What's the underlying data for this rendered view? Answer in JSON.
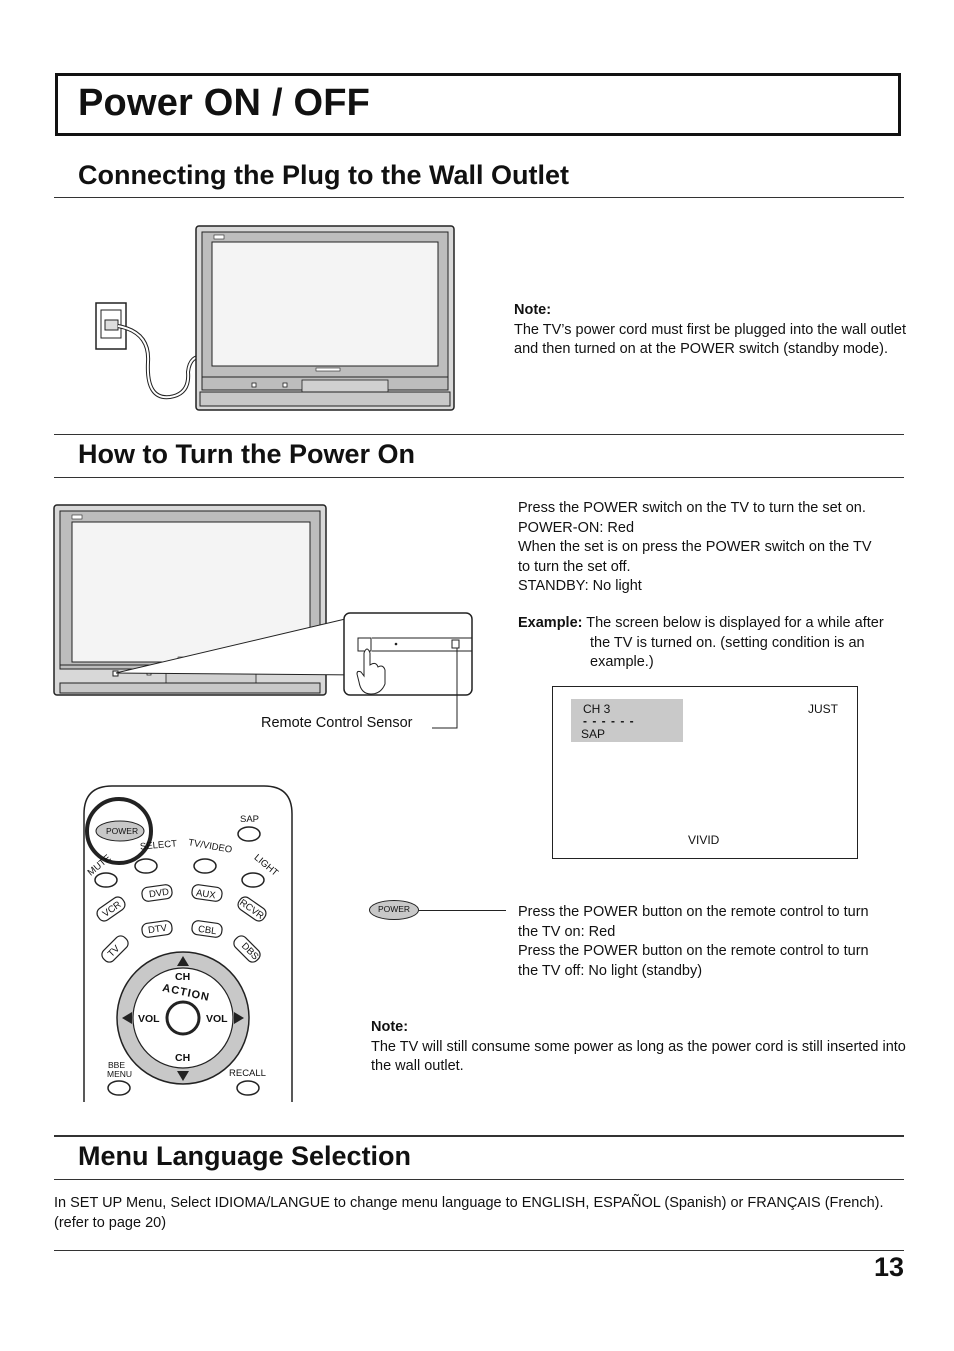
{
  "page": {
    "title": "Power ON / OFF",
    "page_number": "13"
  },
  "section_connect": {
    "title": "Connecting the Plug to the Wall Outlet",
    "note_label": "Note:",
    "note_text": "The TV’s power cord must first be plugged into the wall outlet and then turned on at the POWER switch (standby mode)."
  },
  "section_power_on": {
    "title": "How to Turn the Power On",
    "tv_switch_lines": [
      "Press the POWER switch on the TV to turn the set on.",
      "POWER-ON: Red",
      "When the set is on press the POWER switch on the TV",
      "to turn the set off.",
      "STANDBY: No light"
    ],
    "example_label": "Example:",
    "example_text_1": "The screen below is displayed for a while after",
    "example_text_2": "the TV is turned on. (setting condition is an",
    "example_text_3": "example.)",
    "sensor_label": "Remote Control Sensor",
    "screen": {
      "channel": "CH 3",
      "dashes": "- - - - - -",
      "audio": "SAP",
      "aspect": "JUST",
      "picture_mode": "VIVID"
    },
    "remote_button_label": "POWER",
    "remote_lines": [
      "Press the POWER button on the remote control to turn",
      "the TV on: Red",
      "Press the POWER button on the remote control to turn",
      "the TV off: No light (standby)"
    ],
    "note_label": "Note:",
    "note_text": "The TV will still consume some power as long as the power cord is still inserted into the wall outlet."
  },
  "remote": {
    "power": "POWER",
    "sap": "SAP",
    "mute": "MUTE",
    "select": "SELECT",
    "tv_video": "TV/VIDEO",
    "light": "LIGHT",
    "vcr": "VCR",
    "dvd": "DVD",
    "aux": "AUX",
    "rcvr": "RCVR",
    "tv": "TV",
    "dtv": "DTV",
    "cbl": "CBL",
    "dbs": "DBS",
    "ch": "CH",
    "action": "ACTION",
    "vol": "VOL",
    "bbe": "BBE",
    "menu": "MENU",
    "recall": "RECALL"
  },
  "section_menu_language": {
    "title": "Menu Language Selection",
    "text": "In SET UP Menu, Select IDIOMA/LANGUE to change menu language to ENGLISH, ESPAÑOL (Spanish) or FRANÇAIS (French). (refer to page 20)"
  }
}
